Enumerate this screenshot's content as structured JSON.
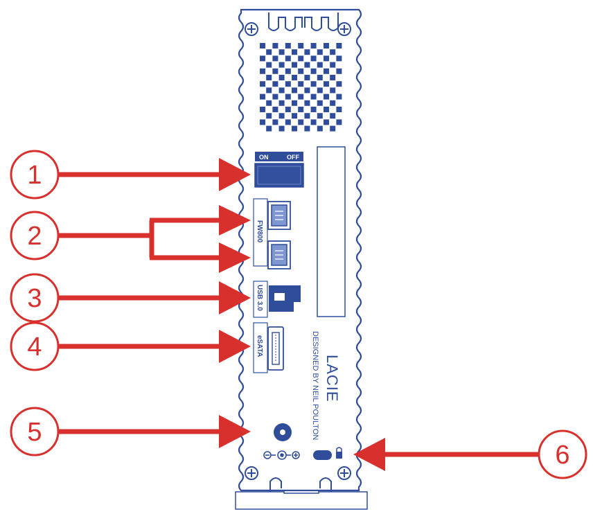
{
  "colors": {
    "drive_line": "#2f4d9b",
    "drive_fill": "#ffffff",
    "accent_blue": "#2f4d9b",
    "callout_red": "#d8302d"
  },
  "switch": {
    "on_label": "ON",
    "off_label": "OFF"
  },
  "ports": {
    "firewire_label": "FW800",
    "usb_label": "USB 3.0",
    "esata_label": "eSATA"
  },
  "branding": {
    "logo_text": "LACIE",
    "designer_text": "DESIGNED BY NEIL POULTON"
  },
  "callouts": [
    {
      "number": "1"
    },
    {
      "number": "2"
    },
    {
      "number": "3"
    },
    {
      "number": "4"
    },
    {
      "number": "5"
    },
    {
      "number": "6"
    }
  ]
}
